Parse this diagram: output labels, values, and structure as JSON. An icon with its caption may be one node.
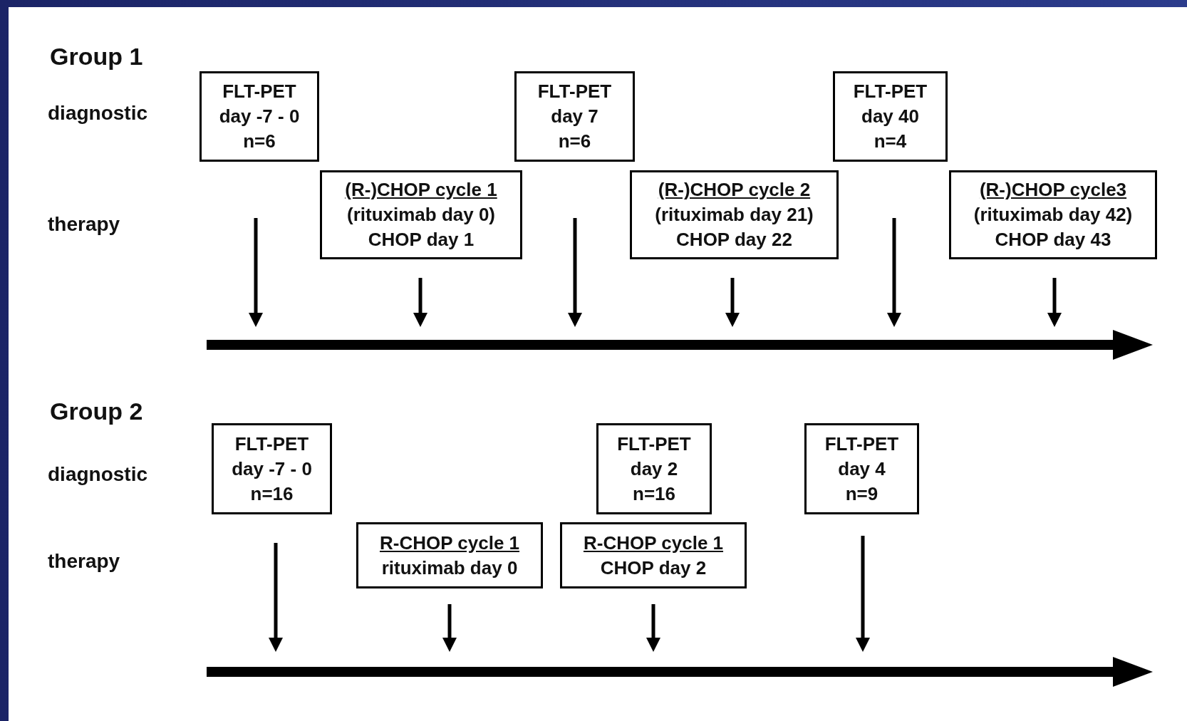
{
  "diagram": {
    "nodes": [
      {
        "text": [
          "FLT-PET",
          "day -7 - 0",
          "n=6"
        ]
      },
      {
        "text": [
          "(R-)CHOP cycle 1",
          "(rituximab day 0)",
          "CHOP day 1"
        ]
      },
      {
        "text": [
          "FLT-PET",
          "day 7",
          "n=6"
        ]
      },
      {
        "text": [
          "(R-)CHOP cycle 2",
          "(rituximab day 21)",
          "CHOP day 22"
        ]
      },
      {
        "text": [
          "FLT-PET",
          "day 40",
          "n=4"
        ]
      },
      {
        "text": [
          "(R-)CHOP cycle3",
          "(rituximab day 42)",
          "CHOP day 43"
        ]
      },
      {
        "text": [
          "FLT-PET",
          "day -7 - 0",
          "n=16"
        ]
      },
      {
        "text": [
          "R-CHOP cycle 1",
          "rituximab day 0"
        ]
      },
      {
        "text": [
          "FLT-PET",
          "day 2",
          "n=16"
        ]
      },
      {
        "text": [
          "R-CHOP cycle 1",
          "CHOP day 2"
        ]
      },
      {
        "text": [
          "FLT-PET",
          "day 4",
          "n=9"
        ]
      }
    ],
    "edges": [],
    "labels": [
      "Group 1",
      "diagnostic",
      "therapy",
      "Group 2",
      "diagnostic",
      "therapy"
    ]
  }
}
